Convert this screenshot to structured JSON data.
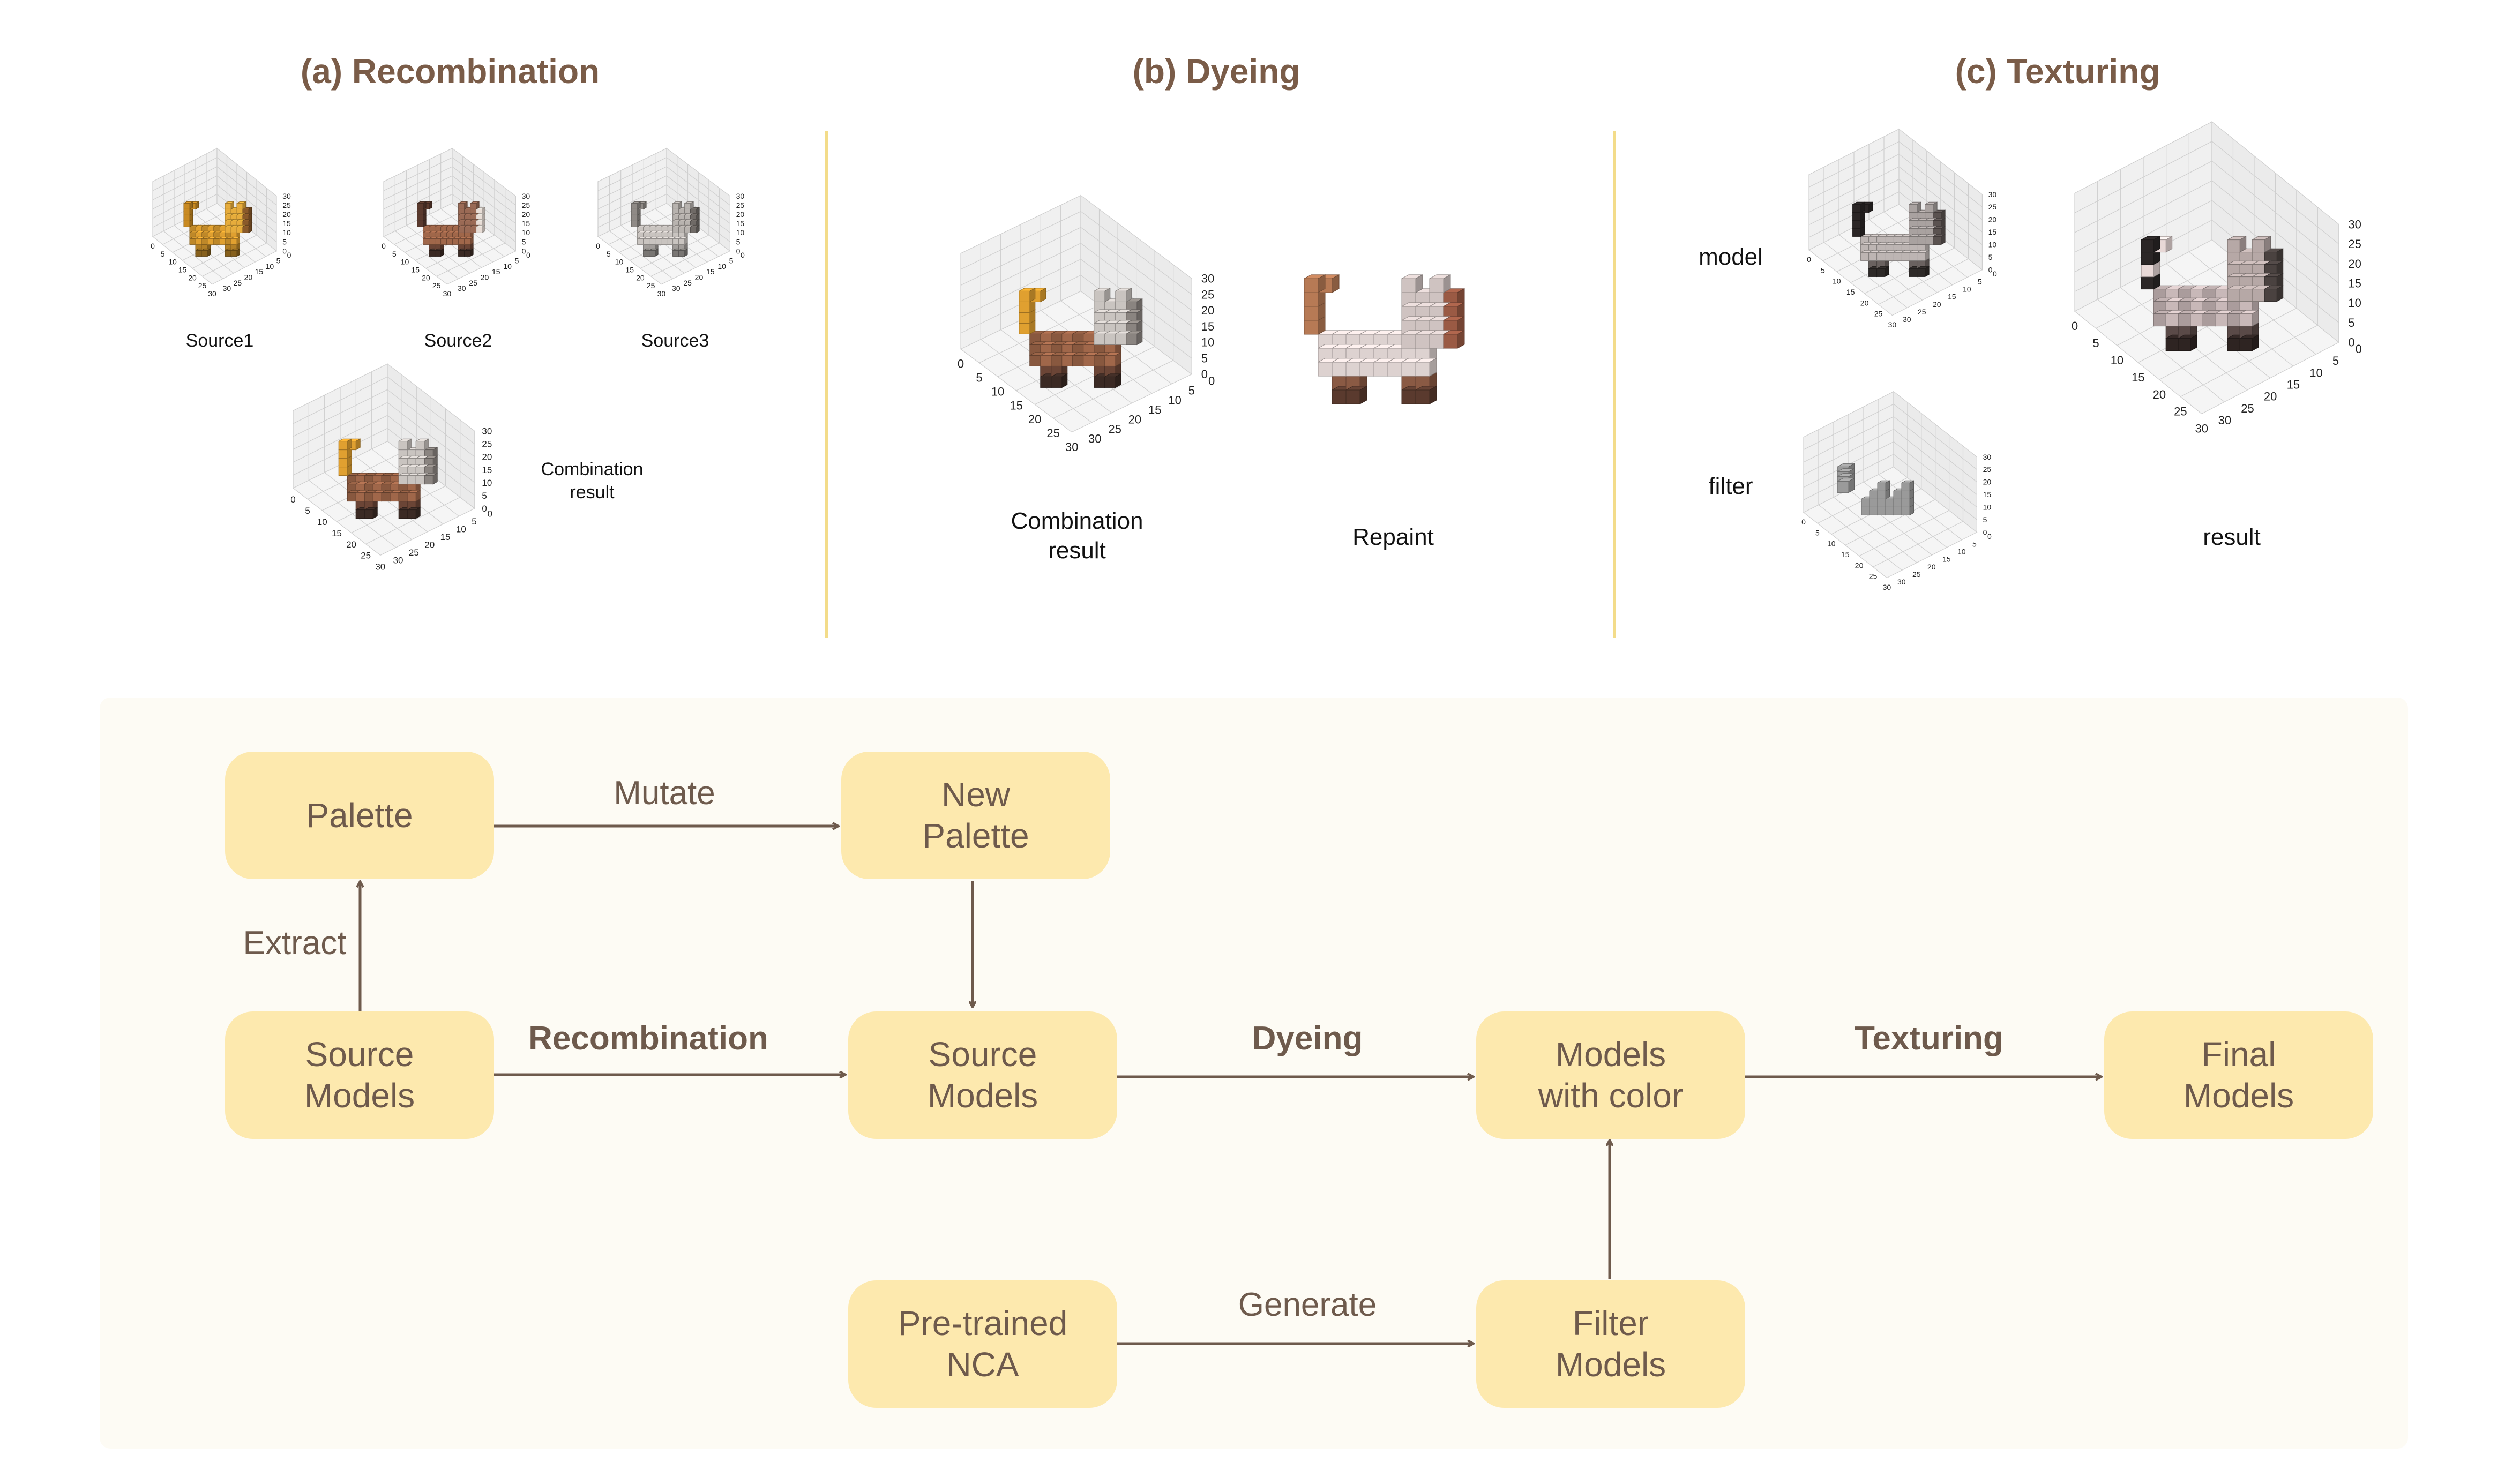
{
  "sections": {
    "recombination": {
      "title": "(a) Recombination",
      "captions": [
        "Source1",
        "Source2",
        "Source3",
        "Combination\nresult"
      ]
    },
    "dyeing": {
      "title": "(b) Dyeing",
      "captions": [
        "Combination\nresult",
        "Repaint"
      ]
    },
    "texturing": {
      "title": "(c) Texturing",
      "captions": [
        "model",
        "filter",
        "result"
      ]
    }
  },
  "axis_ticks": [
    "0",
    "5",
    "10",
    "15",
    "20",
    "25",
    "30"
  ],
  "flow": {
    "nodes": {
      "palette": "Palette",
      "new_palette": "New\nPalette",
      "source_models": "Source\nModels",
      "source_models_2": "Source\nModels",
      "models_with_color": "Models\nwith color",
      "final_models": "Final\nModels",
      "pretrained_nca": "Pre-trained\nNCA",
      "filter_models": "Filter\nModels"
    },
    "edges": {
      "mutate": "Mutate",
      "extract": "Extract",
      "recombination": "Recombination",
      "dyeing": "Dyeing",
      "texturing": "Texturing",
      "generate": "Generate"
    }
  },
  "colors": {
    "title": "#7a5c48",
    "divider": "#f3dc8a",
    "node_fill": "#fde9ae",
    "flow_background": "#fdfbf4",
    "arrow": "#6e5a4c",
    "orange_cat": "#e0a030",
    "brown_cat": "#a0674a",
    "grey_cat": "#c9c4c0"
  }
}
